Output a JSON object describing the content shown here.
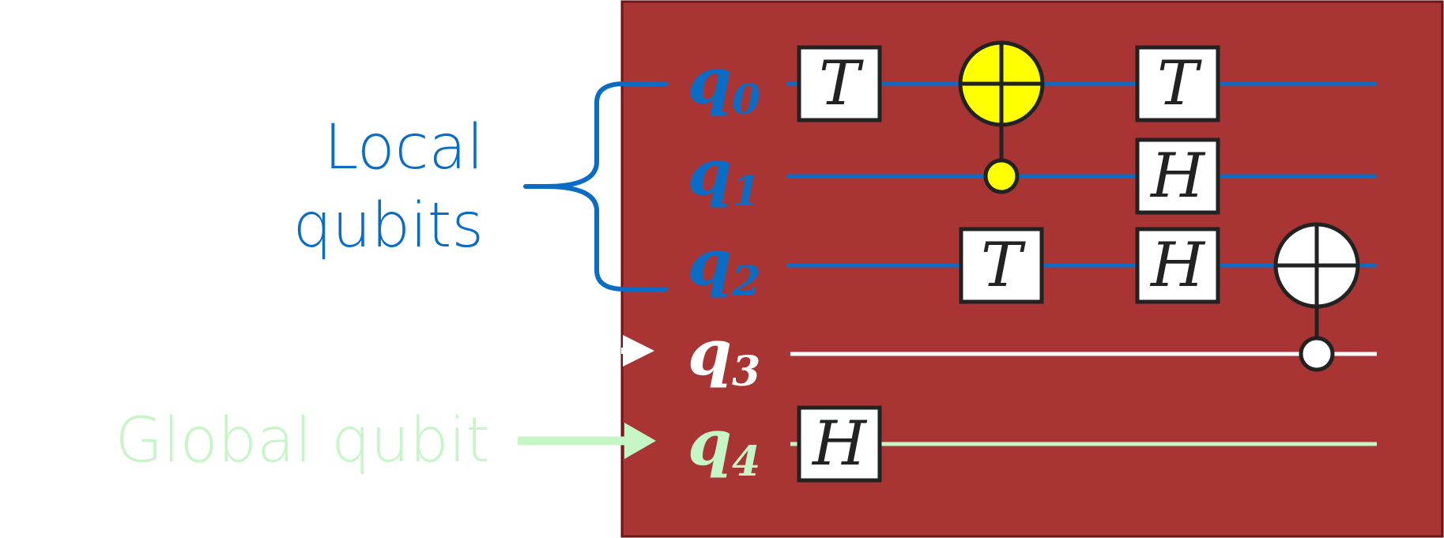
{
  "labels": {
    "local_line1": "Local",
    "local_line2": "qubits",
    "global": "Global qubit"
  },
  "qubits": [
    {
      "name": "q",
      "sub": "0",
      "group": "local"
    },
    {
      "name": "q",
      "sub": "1",
      "group": "local"
    },
    {
      "name": "q",
      "sub": "2",
      "group": "local"
    },
    {
      "name": "q",
      "sub": "3",
      "group": "other"
    },
    {
      "name": "q",
      "sub": "4",
      "group": "global"
    }
  ],
  "gates": [
    {
      "type": "single",
      "label": "T",
      "qubit": 0,
      "step": 0
    },
    {
      "type": "cnot",
      "target": 0,
      "control": 1,
      "step": 1,
      "style": "yellow"
    },
    {
      "type": "single",
      "label": "T",
      "qubit": 2,
      "step": 1
    },
    {
      "type": "single",
      "label": "T",
      "qubit": 0,
      "step": 2
    },
    {
      "type": "single",
      "label": "H",
      "qubit": 1,
      "step": 2
    },
    {
      "type": "single",
      "label": "H",
      "qubit": 2,
      "step": 2
    },
    {
      "type": "cnot",
      "target": 2,
      "control": 3,
      "step": 3,
      "style": "white"
    },
    {
      "type": "single",
      "label": "H",
      "qubit": 4,
      "step": 0
    }
  ],
  "colors": {
    "panel": "#a83434",
    "panel_border": "#6e1414",
    "local": "#0a6cc4",
    "other": "#ffffff",
    "global": "#c6f5c6",
    "gate_fill": "#ffffff",
    "gate_stroke": "#222222",
    "cnot_yellow": "#ffff00"
  }
}
